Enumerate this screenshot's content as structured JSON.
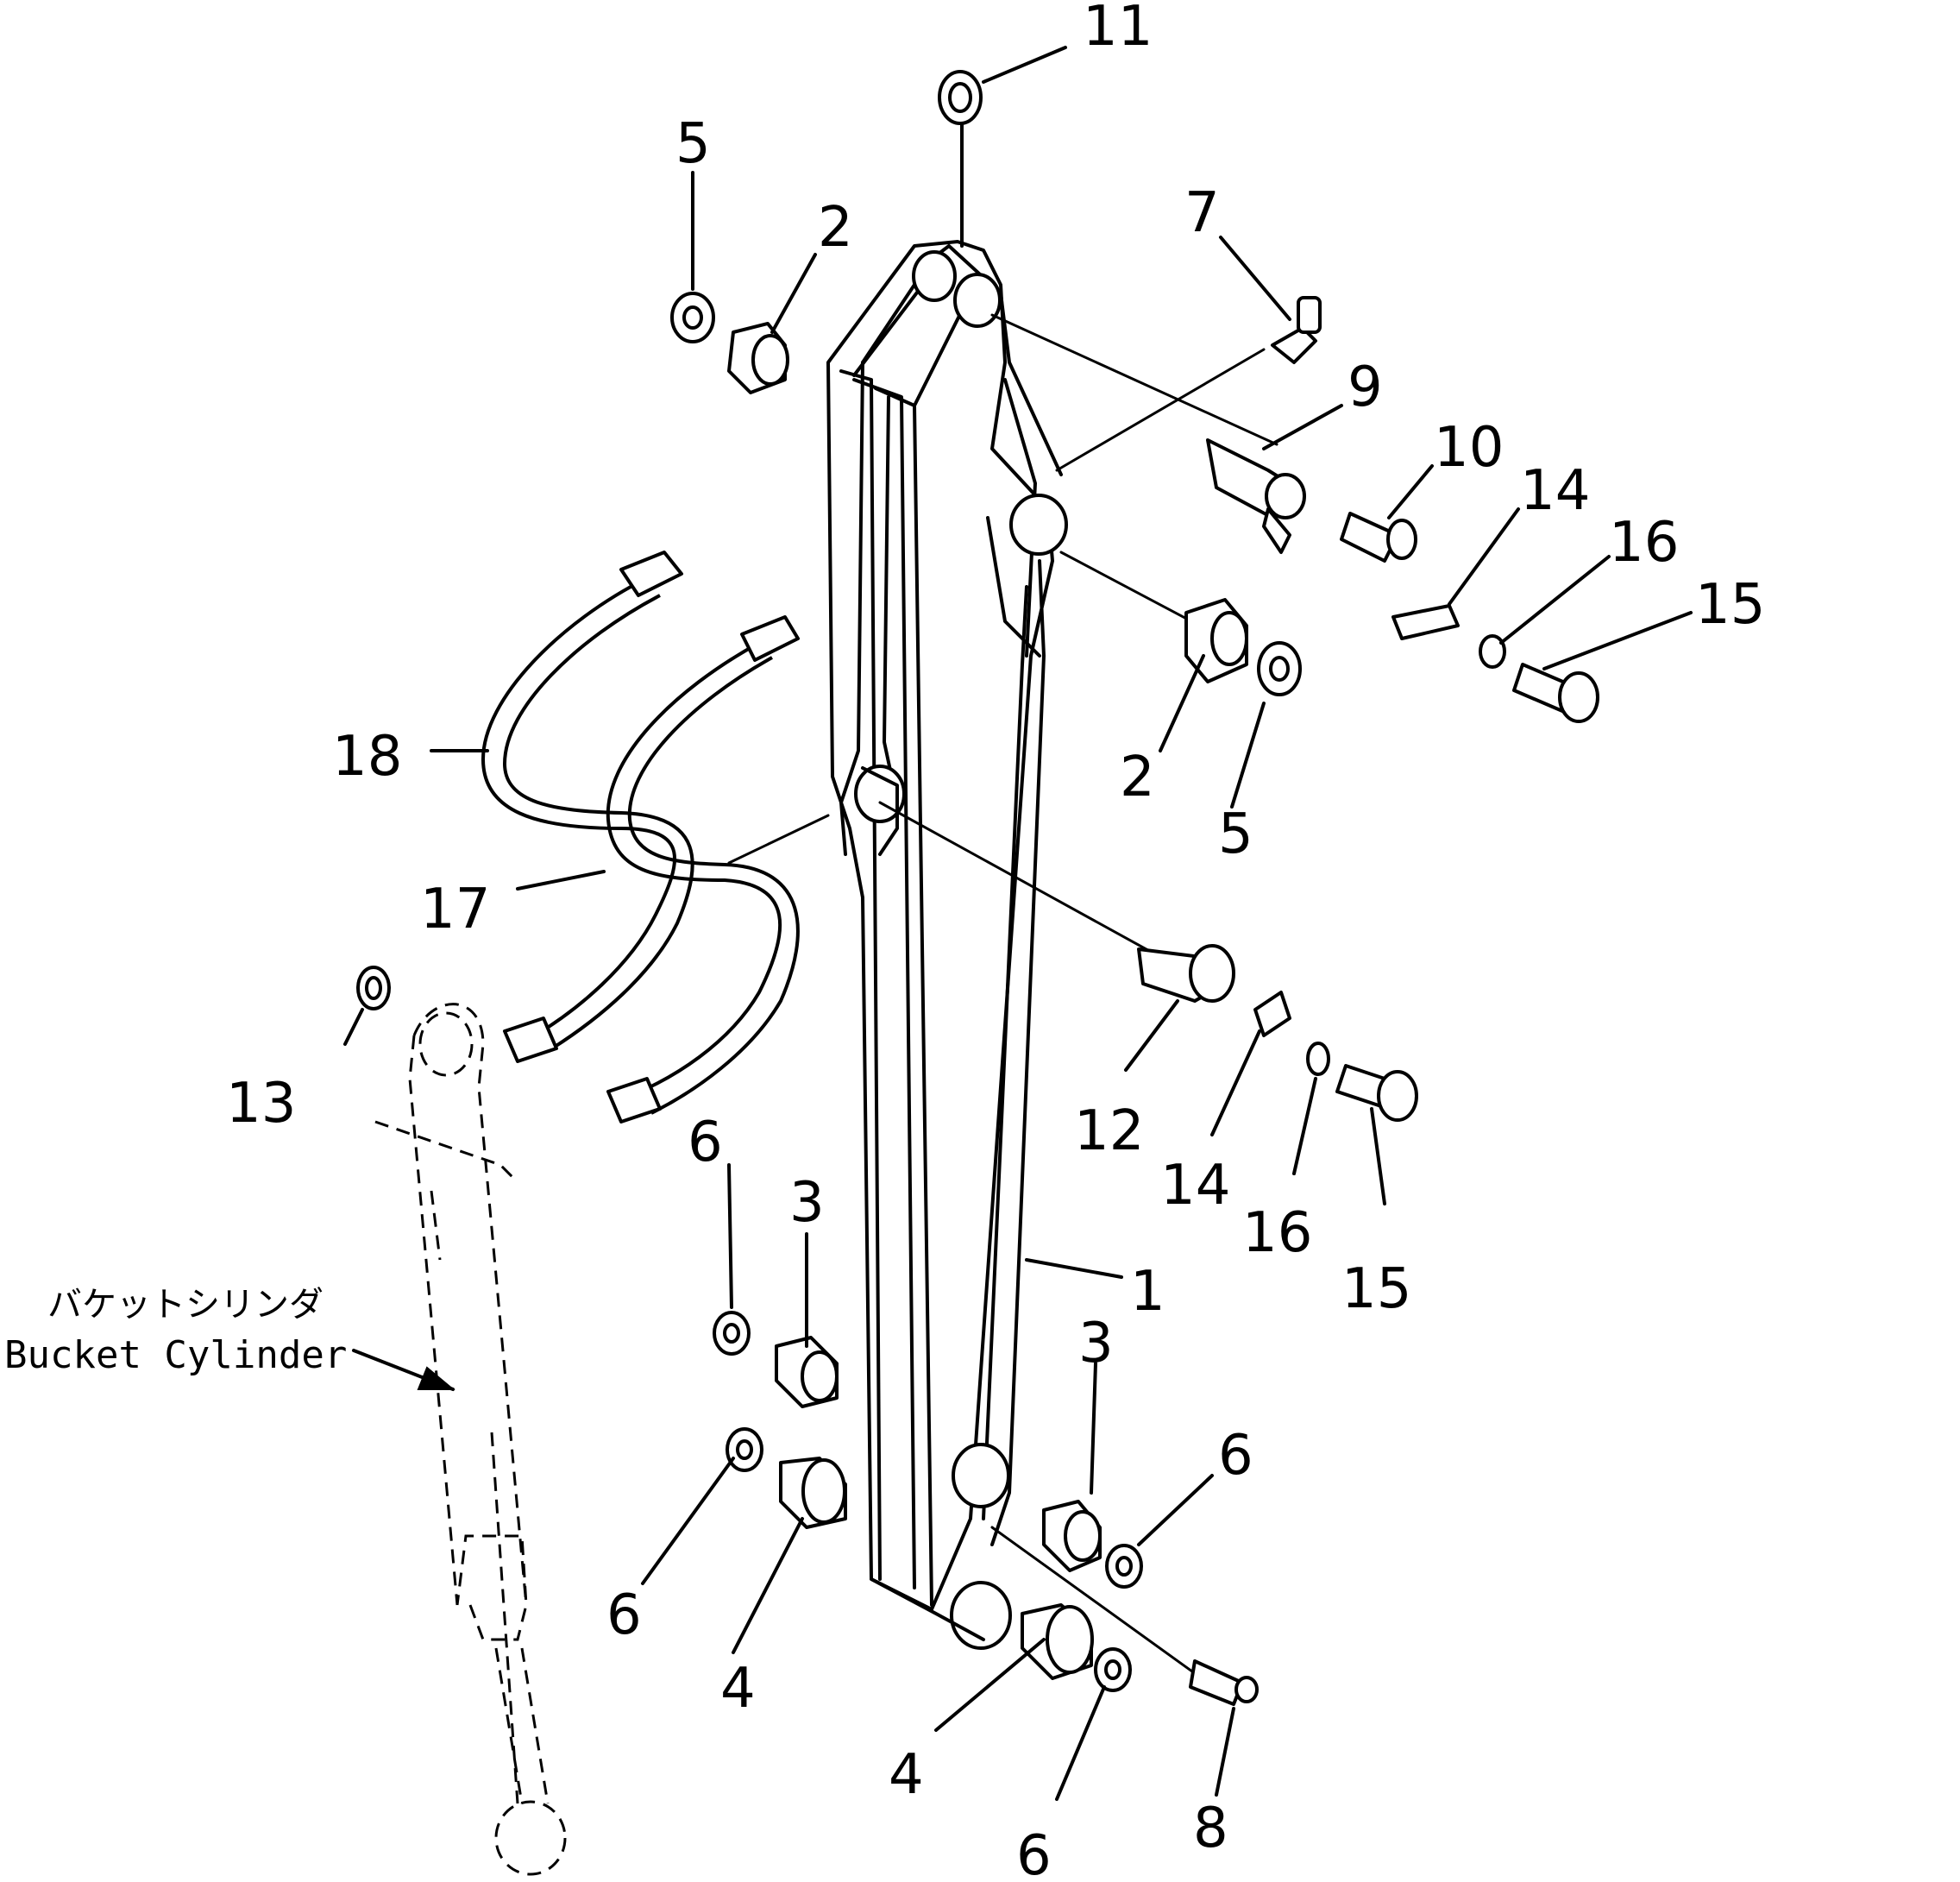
{
  "diagram": {
    "caption_jp": "バケットシリンダ",
    "caption_en": "Bucket Cylinder",
    "callouts": [
      {
        "id": "c11a",
        "text": "11"
      },
      {
        "id": "c5a",
        "text": "5"
      },
      {
        "id": "c2a",
        "text": "2"
      },
      {
        "id": "c7",
        "text": "7"
      },
      {
        "id": "c9",
        "text": "9"
      },
      {
        "id": "c10",
        "text": "10"
      },
      {
        "id": "c14a",
        "text": "14"
      },
      {
        "id": "c16a",
        "text": "16"
      },
      {
        "id": "c15a",
        "text": "15"
      },
      {
        "id": "c18",
        "text": "18"
      },
      {
        "id": "c2b",
        "text": "2"
      },
      {
        "id": "c5b",
        "text": "5"
      },
      {
        "id": "c17",
        "text": "17"
      },
      {
        "id": "c13",
        "text": "13"
      },
      {
        "id": "c6a",
        "text": "6"
      },
      {
        "id": "c12",
        "text": "12"
      },
      {
        "id": "c14b",
        "text": "14"
      },
      {
        "id": "c16b",
        "text": "16"
      },
      {
        "id": "c15b",
        "text": "15"
      },
      {
        "id": "c3a",
        "text": "3"
      },
      {
        "id": "c1",
        "text": "1"
      },
      {
        "id": "c3b",
        "text": "3"
      },
      {
        "id": "c6b",
        "text": "6"
      },
      {
        "id": "c6c",
        "text": "6"
      },
      {
        "id": "c4a",
        "text": "4"
      },
      {
        "id": "c4b",
        "text": "4"
      },
      {
        "id": "c8",
        "text": "8"
      },
      {
        "id": "c6d",
        "text": "6"
      }
    ]
  }
}
